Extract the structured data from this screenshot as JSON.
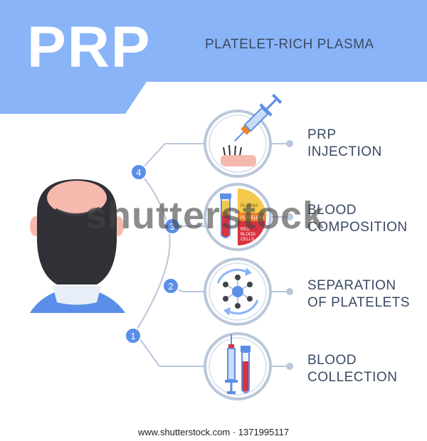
{
  "header": {
    "title": "PRP",
    "subtitle": "PLATELET-RICH PLASMA"
  },
  "steps": [
    {
      "number": "4",
      "label_line1": "PRP",
      "label_line2": "INJECTION"
    },
    {
      "number": "3",
      "label_line1": "BLOOD",
      "label_line2": "COMPOSITION"
    },
    {
      "number": "2",
      "label_line1": "SEPARATION",
      "label_line2": "OF PLATELETS"
    },
    {
      "number": "1",
      "label_line1": "BLOOD",
      "label_line2": "COLLECTION"
    }
  ],
  "composition_labels": {
    "plasma": "PLASMA",
    "platelets": "PLATELETS",
    "red_cells_1": "RED",
    "red_cells_2": "BLOOD",
    "red_cells_3": "CELLS"
  },
  "watermark": "shutterstock",
  "source": "www.shutterstock.com · 1371995117",
  "colors": {
    "banner": "#8ab4f8",
    "accent": "#5b8ee8",
    "circle_stroke": "#b9c7d9",
    "text": "#3a4a63",
    "blood": "#d8323f",
    "hair": "#2f3136",
    "skin": "#f6b9ad"
  },
  "icons": [
    "syringe-icon",
    "skin-hair-icon",
    "test-tube-icon",
    "centrifuge-icon",
    "blood-vial-icon",
    "head-back-icon"
  ]
}
